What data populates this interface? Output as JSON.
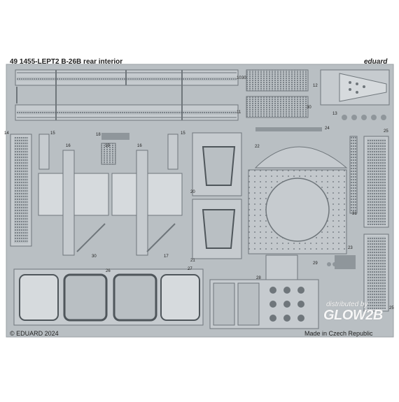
{
  "header": {
    "title": "49 1455-LEPT2  B-26B rear interior",
    "brand": "eduard"
  },
  "footer": {
    "copyright": "© EDUARD 2024",
    "origin": "Made in Czech Republic"
  },
  "watermark": {
    "line1": "distributed by",
    "line2": "GLOW2B"
  },
  "part_numbers": [
    "10",
    "11",
    "12",
    "13",
    "14",
    "15",
    "15",
    "16",
    "16",
    "17",
    "18",
    "19",
    "20",
    "21",
    "22",
    "23",
    "24",
    "25",
    "25",
    "26",
    "27",
    "28",
    "29",
    "30",
    "30",
    "30",
    "31"
  ],
  "colors": {
    "fret": "#b9bfc3",
    "fret_dark": "#8f969b",
    "fret_light": "#d6dadd",
    "background": "#ffffff",
    "text": "#1e1e1e"
  }
}
